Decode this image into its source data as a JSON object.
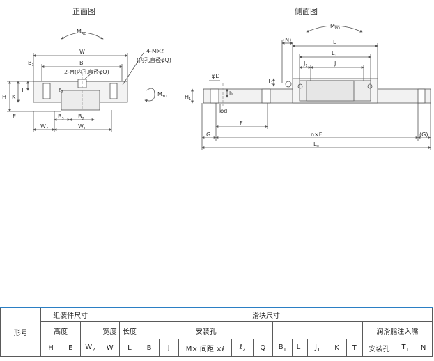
{
  "titles": {
    "front": "正面图",
    "side": "侧面图"
  },
  "front_labels": {
    "mr": "M",
    "mr_sub": "RO",
    "w": "W",
    "b1": "B",
    "b1_sub": "1",
    "b": "B",
    "hole4": "4-M×ℓ",
    "hole4_note": "(内孔直径φQ)",
    "hole2": "2-M(内孔直径φQ)",
    "t": "T",
    "h": "H",
    "k": "K",
    "e": "E",
    "l2": "ℓ",
    "l2_sub": "2",
    "b3": "B",
    "b3_sub": "3",
    "b2": "B",
    "b2_sub": "2",
    "w2": "W",
    "w2_sub": "2",
    "w1": "W",
    "w1_sub": "1",
    "my": "M",
    "my_sub": "YO"
  },
  "side_labels": {
    "mp": "M",
    "mp_sub": "PO",
    "n": "(N)",
    "l": "L",
    "l1": "L",
    "l1_sub": "1",
    "j1": "J",
    "j1_sub": "1",
    "j": "J",
    "t1": "T",
    "t1_sub": "1",
    "phi_d_big": "φD",
    "h_small": "h",
    "phi_d_small": "φd",
    "h": "H",
    "h_sub": "1",
    "f": "F",
    "g": "G",
    "nf": "n×F",
    "g2": "(G)",
    "l0": "L",
    "l0_sub": "0"
  },
  "table": {
    "model": "形号",
    "assembly": "组装件尺寸",
    "block": "滑块尺寸",
    "height": "高度",
    "width": "宽度",
    "length": "长度",
    "mount_hole": "安装孔",
    "grease": "润滑脂注入嘴",
    "cols": [
      {
        "t": "H"
      },
      {
        "t": "E"
      },
      {
        "t": "W",
        "s": "2"
      },
      {
        "t": "W"
      },
      {
        "t": "L"
      },
      {
        "t": "B"
      },
      {
        "t": "J"
      },
      {
        "t": "M× 间距 ×ℓ"
      },
      {
        "t": "ℓ",
        "s": "2"
      },
      {
        "t": "Q"
      },
      {
        "t": "B",
        "s": "1"
      },
      {
        "t": "L",
        "s": "1"
      },
      {
        "t": "J",
        "s": "1"
      },
      {
        "t": "K"
      },
      {
        "t": "T"
      },
      {
        "t": "安装孔"
      },
      {
        "t": "T",
        "s": "1"
      },
      {
        "t": "N"
      }
    ]
  }
}
